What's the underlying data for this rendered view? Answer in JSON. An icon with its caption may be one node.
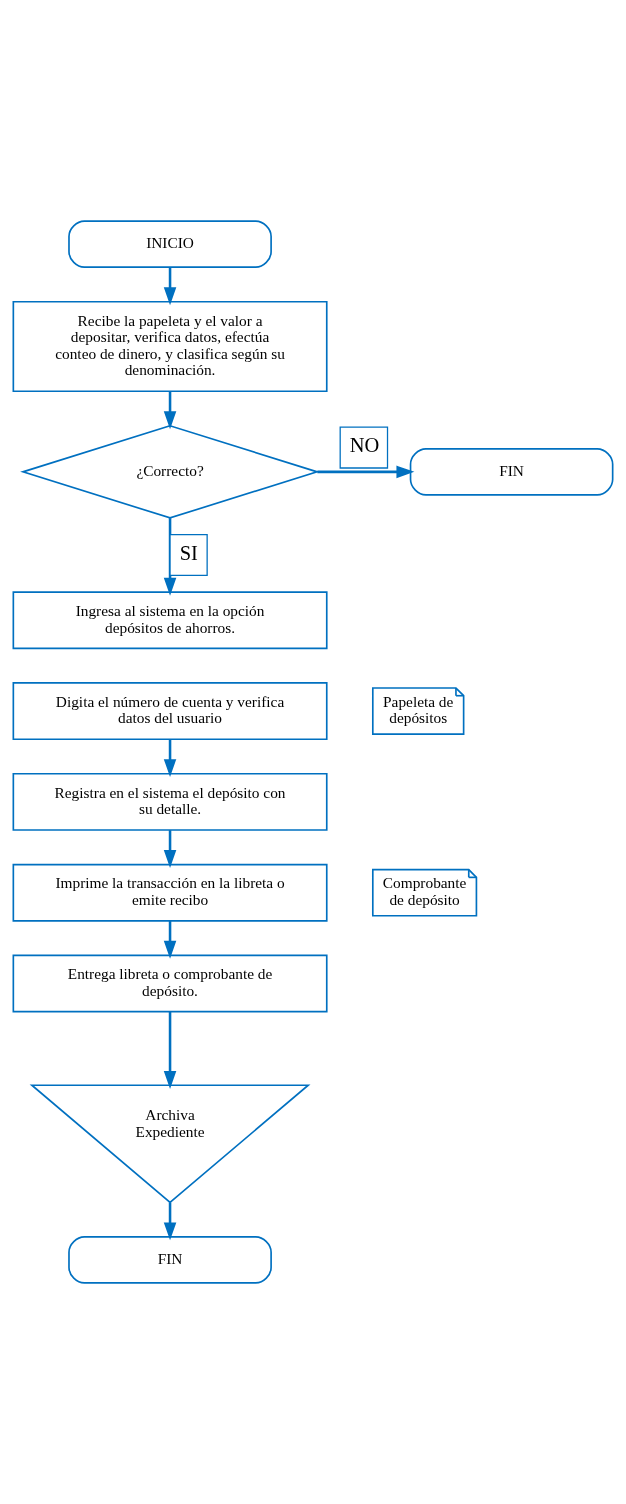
{
  "diagram": {
    "nodes": [
      {
        "text": [
          "INICIO"
        ]
      },
      {
        "text": [
          "Recibe la papeleta y el valor a depositar, verifica datos, efectúa conteo de dinero, y clasifica según su denominación."
        ]
      },
      {
        "text": [
          "¿Correcto?"
        ]
      },
      {
        "text": [
          "FIN"
        ]
      },
      {
        "text": [
          "Ingresa al sistema en la opción depósitos de ahorros."
        ]
      },
      {
        "text": [
          "Digita el número de cuenta y verifica datos del usuario"
        ]
      },
      {
        "text": [
          "Papeleta de depósitos"
        ]
      },
      {
        "text": [
          "Registra en el sistema el depósito con su detalle."
        ]
      },
      {
        "text": [
          "Imprime la transacción en la libreta o emite recibo"
        ]
      },
      {
        "text": [
          "Comprobante de depósito"
        ]
      },
      {
        "text": [
          "Entrega libreta o comprobante de depósito."
        ]
      },
      {
        "text": [
          "Archiva Expediente"
        ]
      },
      {
        "text": [
          "FIN"
        ]
      }
    ],
    "edges": [
      {
        "from": 0,
        "to": 1,
        "arrow": "to"
      },
      {
        "from": 1,
        "to": 2,
        "arrow": "to"
      },
      {
        "from": 2,
        "to": 3,
        "arrow": "to",
        "label": "NO"
      },
      {
        "from": 2,
        "to": 4,
        "arrow": "to",
        "label": "SI"
      },
      {
        "from": 5,
        "to": 7,
        "arrow": "to"
      },
      {
        "from": 7,
        "to": 8,
        "arrow": "to"
      },
      {
        "from": 8,
        "to": 10,
        "arrow": "to"
      },
      {
        "from": 10,
        "to": 11,
        "arrow": "to"
      },
      {
        "from": 11,
        "to": 12,
        "arrow": "to"
      }
    ]
  }
}
